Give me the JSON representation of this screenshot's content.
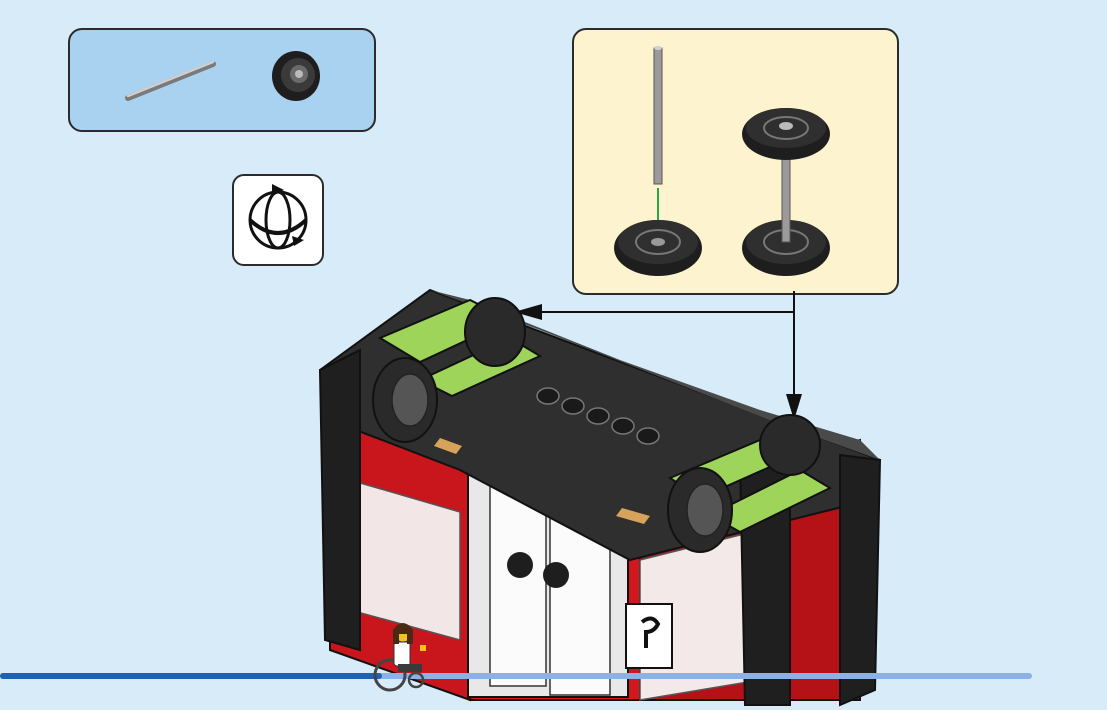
{
  "page": {
    "background": "#d7ebf9"
  },
  "parts_callout": {
    "items": [
      {
        "icon": "axle-icon",
        "quantity": ""
      },
      {
        "icon": "wheel-icon",
        "quantity": ""
      }
    ],
    "background": "#a9d2f1"
  },
  "subassembly_callout": {
    "background": "#fdf3cf",
    "steps": [
      "axle-insert",
      "wheel-pair"
    ]
  },
  "rotate_model": {
    "icon": "rotate-model-icon"
  },
  "progress": {
    "fraction": 0.37,
    "done_color": "#1f62b4",
    "todo_color": "#8bb1e6"
  },
  "model": {
    "body_color": "#d3171e",
    "frame_color": "#3a3a3a",
    "accent_color": "#9fd45a"
  }
}
